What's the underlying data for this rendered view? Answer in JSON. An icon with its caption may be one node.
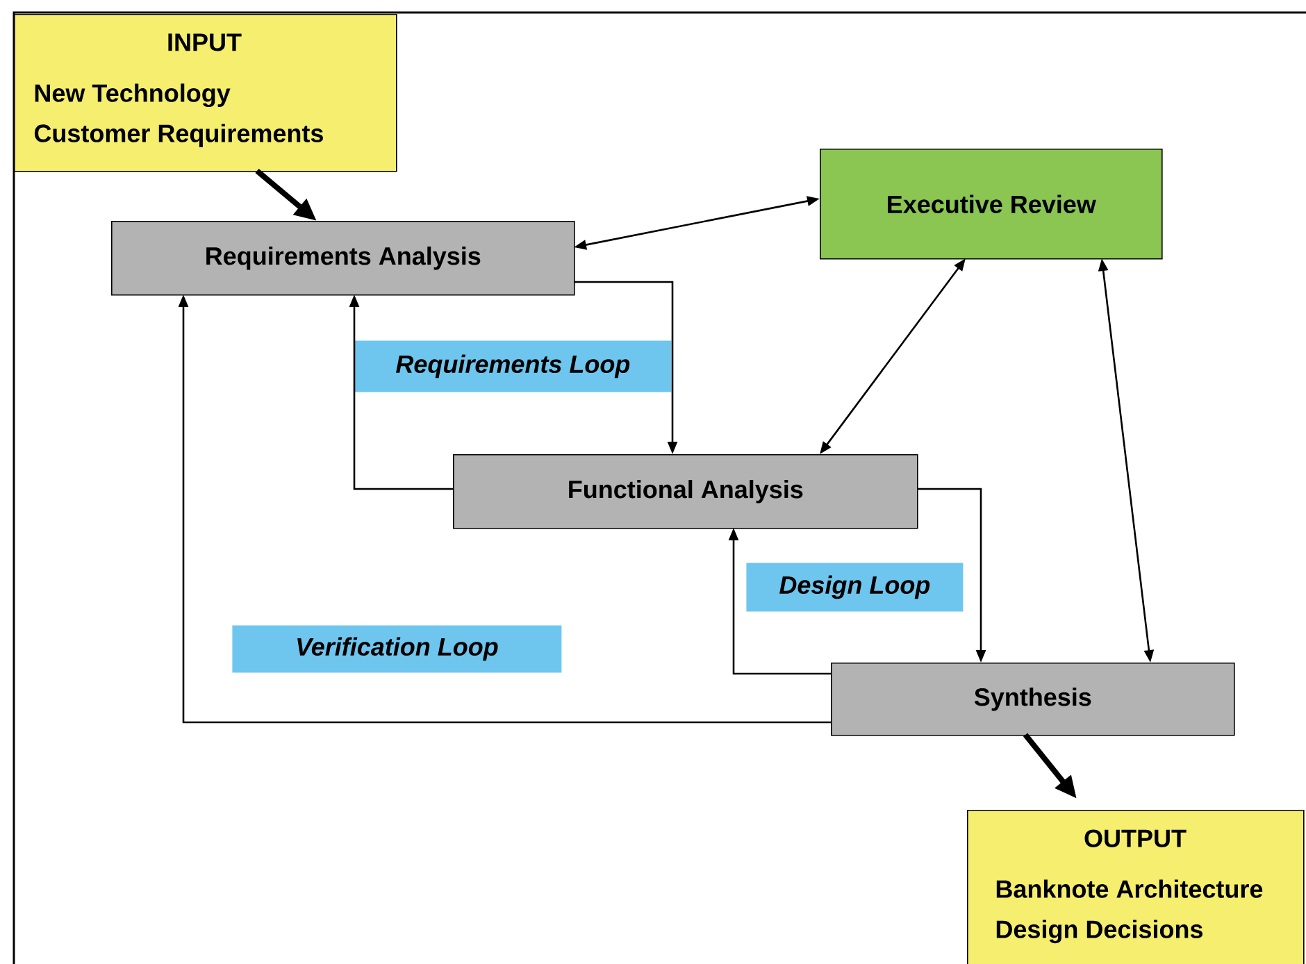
{
  "diagram": {
    "nodes": [
      {
        "text": [
          "INPUT",
          "New Technology",
          "Customer Requirements"
        ]
      },
      {
        "text": [
          "Requirements Analysis"
        ]
      },
      {
        "text": [
          "Executive Review"
        ]
      },
      {
        "text": [
          "Functional Analysis"
        ]
      },
      {
        "text": [
          "Synthesis"
        ]
      },
      {
        "text": [
          "OUTPUT",
          "Banknote Architecture",
          "Design Decisions"
        ]
      },
      {
        "text": [
          "Requirements Loop"
        ]
      },
      {
        "text": [
          "Design Loop"
        ]
      },
      {
        "text": [
          "Verification Loop"
        ]
      }
    ],
    "edges": [
      {
        "from": 0,
        "to": 1,
        "arrow": "to",
        "style": "thick"
      },
      {
        "from": 1,
        "to": 2,
        "arrow": "both"
      },
      {
        "from": 2,
        "to": 3,
        "arrow": "both"
      },
      {
        "from": 2,
        "to": 4,
        "arrow": "both"
      },
      {
        "from": 1,
        "to": 3,
        "arrow": "to"
      },
      {
        "from": 3,
        "to": 1,
        "arrow": "to"
      },
      {
        "from": 3,
        "to": 4,
        "arrow": "to"
      },
      {
        "from": 4,
        "to": 3,
        "arrow": "to"
      },
      {
        "from": 4,
        "to": 1,
        "arrow": "to"
      },
      {
        "from": 4,
        "to": 5,
        "arrow": "to",
        "style": "thick"
      }
    ]
  }
}
